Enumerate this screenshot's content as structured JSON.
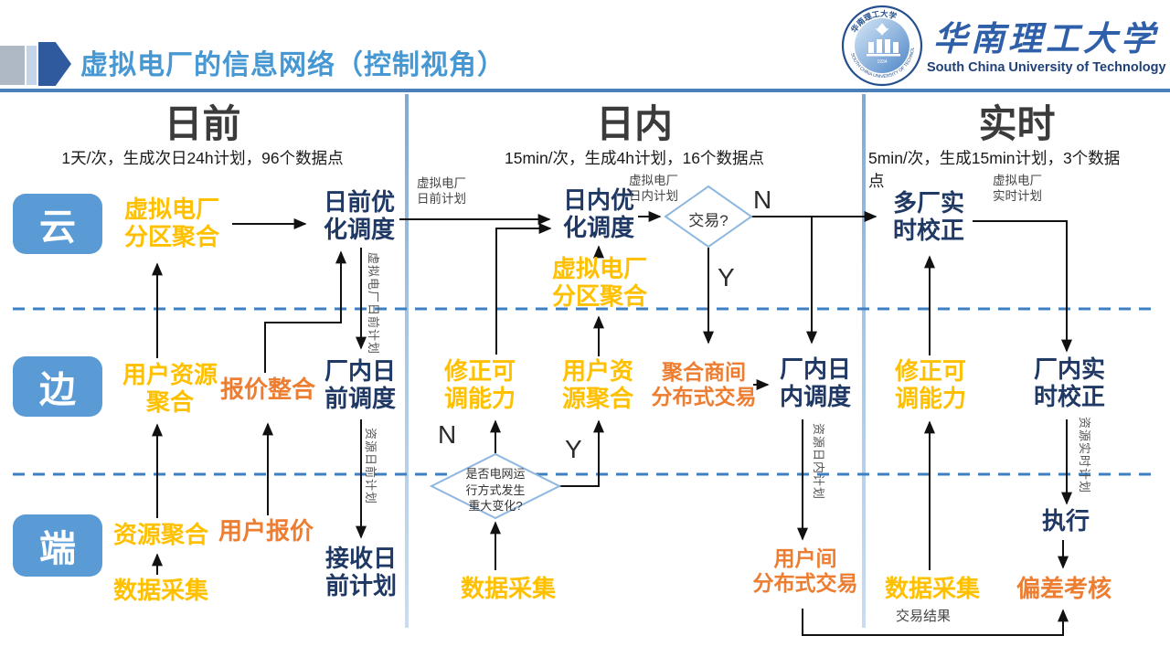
{
  "header": {
    "title": "虚拟电厂的信息网络（控制视角）",
    "logo": {
      "name_cn": "华南理工大学",
      "name_en": "South China University of Technology",
      "seal_cn": "华南理工大学",
      "seal_en": "SOUTH CHINA UNIVERSITY OF TECHNOLOGY",
      "seal_year": "1934"
    }
  },
  "columns": [
    {
      "title": "日前",
      "subtitle": "1天/次，生成次日24h计划，96个数据点"
    },
    {
      "title": "日内",
      "subtitle": "15min/次，生成4h计划，16个数据点"
    },
    {
      "title": "实时",
      "subtitle": "5min/次，生成15min计划，3个数据\n点"
    }
  ],
  "rows": [
    {
      "label": "云"
    },
    {
      "label": "边"
    },
    {
      "label": "端"
    }
  ],
  "flow": {
    "day_ahead": {
      "vpp_partition_agg": "虚拟电厂\n分区聚合",
      "opt_dispatch": "日前优\n化调度",
      "user_resource_agg": "用户资源\n聚合",
      "bid_integration": "报价整合",
      "plant_dispatch": "厂内日\n前调度",
      "resource_agg": "资源聚合",
      "user_bid": "用户报价",
      "data_collection": "数据采集",
      "receive_plan": "接收日\n前计划",
      "vpp_da_plan_label": "虚拟电厂日前计划",
      "resource_da_plan_label": "资源日前计划"
    },
    "intra_day": {
      "vpp_da_plan_label": "虚拟电厂\n日前计划",
      "opt_dispatch": "日内优\n化调度",
      "vpp_partition_agg": "虚拟电厂\n分区聚合",
      "vpp_id_plan_label": "虚拟电厂\n日内计划",
      "trade_decision": "交易?",
      "fix_adjustable_capacity": "修正可\n调能力",
      "user_resource_agg": "用户资\n源聚合",
      "aggregator_distributed_trade": "聚合商间\n分布式交易",
      "plant_dispatch": "厂内日\n内调度",
      "grid_change_decision": "是否电网运\n行方式发生\n重大变化?",
      "data_collection": "数据采集",
      "user_distributed_trade": "用户间\n分布式交易",
      "resource_id_plan_label": "资源日内计划",
      "trade_result_label": "交易结果"
    },
    "real_time": {
      "multi_plant_correction": "多厂实\n时校正",
      "vpp_rt_plan_label": "虚拟电厂\n实时计划",
      "fix_adjustable_capacity": "修正可\n调能力",
      "plant_correction": "厂内实\n时校正",
      "execute": "执行",
      "deviation_assessment": "偏差考核",
      "data_collection": "数据采集",
      "resource_rt_plan_label": "资源实时计划"
    },
    "branch": {
      "n": "N",
      "y": "Y"
    }
  },
  "colors": {
    "accent_title_blue": "#4798D2",
    "node_yellow": "#FFC000",
    "node_orange": "#ED7D31",
    "node_navy": "#1F3864",
    "badge_blue": "#5B9BD5",
    "dashed_line_blue": "#3E7FC1",
    "diamond_stroke_blue": "#8FB8E0"
  }
}
